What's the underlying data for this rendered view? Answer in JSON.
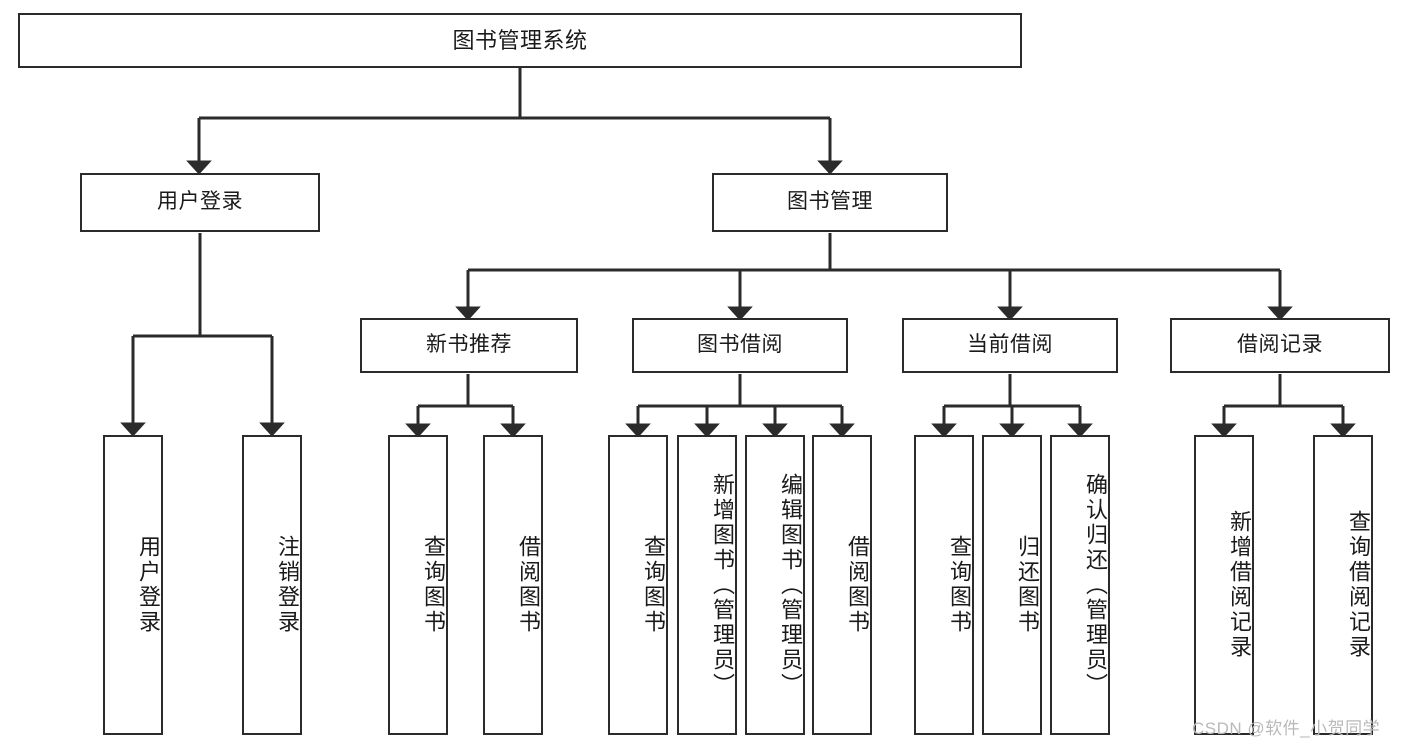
{
  "diagram": {
    "type": "tree-hierarchy-chart",
    "title": "图书管理系统",
    "orientation": "top-down",
    "colors": {
      "background": "#ffffff",
      "node_fill": "#ffffff",
      "node_border": "#2b2b2b",
      "connector": "#2b2b2b",
      "text": "#1a1a1a",
      "watermark": "#b9b9b9"
    },
    "nodes": {
      "root": {
        "label": "图书管理系统",
        "level": 1
      },
      "level2": [
        {
          "id": "user-login",
          "label": "用户登录",
          "level": 2
        },
        {
          "id": "book-management",
          "label": "图书管理",
          "level": 2
        }
      ],
      "level3": [
        {
          "id": "new-book-recommend",
          "label": "新书推荐",
          "level": 3,
          "parent": "book-management"
        },
        {
          "id": "book-borrow",
          "label": "图书借阅",
          "level": 3,
          "parent": "book-management"
        },
        {
          "id": "current-borrow",
          "label": "当前借阅",
          "level": 3,
          "parent": "book-management"
        },
        {
          "id": "borrow-record",
          "label": "借阅记录",
          "level": 3,
          "parent": "book-management"
        }
      ],
      "leaves": [
        {
          "id": "leaf-user-login",
          "label": "用户登录",
          "parent": "user-login",
          "orientation": "vertical"
        },
        {
          "id": "leaf-user-logout",
          "label": "注销登录",
          "parent": "user-login",
          "orientation": "vertical"
        },
        {
          "id": "leaf-query-book-1",
          "label": "查询图书",
          "parent": "new-book-recommend",
          "orientation": "vertical"
        },
        {
          "id": "leaf-borrow-book-1",
          "label": "借阅图书",
          "parent": "new-book-recommend",
          "orientation": "vertical"
        },
        {
          "id": "leaf-query-book-2",
          "label": "查询图书",
          "parent": "book-borrow",
          "orientation": "vertical"
        },
        {
          "id": "leaf-add-book",
          "label": "新增图书（管理员）",
          "parent": "book-borrow",
          "orientation": "vertical"
        },
        {
          "id": "leaf-edit-book",
          "label": "编辑图书（管理员）",
          "parent": "book-borrow",
          "orientation": "vertical"
        },
        {
          "id": "leaf-borrow-book-2",
          "label": "借阅图书",
          "parent": "book-borrow",
          "orientation": "vertical"
        },
        {
          "id": "leaf-query-book-3",
          "label": "查询图书",
          "parent": "current-borrow",
          "orientation": "vertical"
        },
        {
          "id": "leaf-return-book",
          "label": "归还图书",
          "parent": "current-borrow",
          "orientation": "vertical"
        },
        {
          "id": "leaf-confirm-return",
          "label": "确认归还（管理员）",
          "parent": "current-borrow",
          "orientation": "vertical"
        },
        {
          "id": "leaf-add-record",
          "label": "新增借阅记录",
          "parent": "borrow-record",
          "orientation": "vertical"
        },
        {
          "id": "leaf-query-record",
          "label": "查询借阅记录",
          "parent": "borrow-record",
          "orientation": "vertical"
        }
      ]
    }
  },
  "watermark": {
    "text": "CSDN @软件_小贺同学"
  }
}
